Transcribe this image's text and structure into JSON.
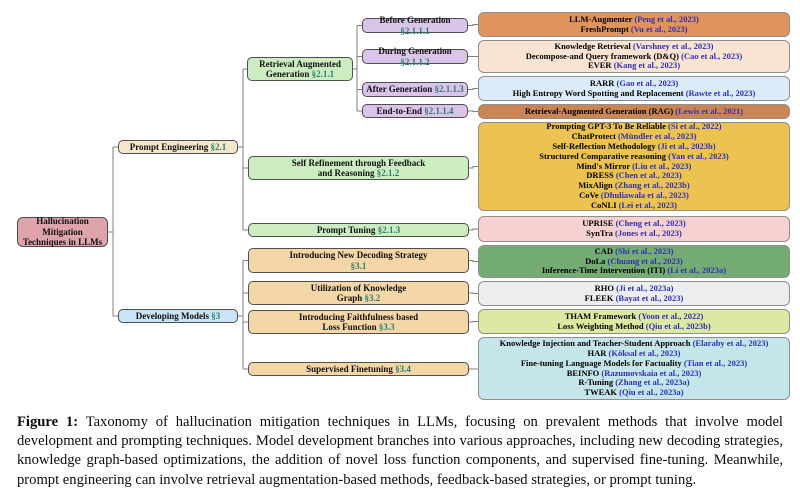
{
  "figure_type": "taxonomy-tree",
  "tree": {
    "root": {
      "label": "Hallucination Mitigation Techniques in LLMs"
    },
    "prompt_engineering": {
      "label": "Prompt Engineering",
      "section": "§2.1"
    },
    "developing_models": {
      "label": "Developing Models",
      "section": "§3"
    },
    "retrieval_augmented_generation": {
      "label": "Retrieval Augmented Generation",
      "section": "§2.1.1"
    },
    "self_refinement": {
      "label": "Self Refinement through Feedback and Reasoning",
      "section": "§2.1.2"
    },
    "prompt_tuning": {
      "label": "Prompt Tuning",
      "section": "§2.1.3"
    },
    "before_generation": {
      "label": "Before Generation",
      "section": "§2.1.1.1"
    },
    "during_generation": {
      "label": "During Generation",
      "section": "§2.1.1.2"
    },
    "after_generation": {
      "label": "After Generation",
      "section": "§2.1.1.3"
    },
    "end_to_end": {
      "label": "End-to-End",
      "section": "§2.1.1.4"
    },
    "new_decoding": {
      "label": "Introducing New Decoding Strategy",
      "section": "§3.1"
    },
    "knowledge_graph": {
      "label": "Utilization of Knowledge Graph",
      "section": "§3.2"
    },
    "loss_function": {
      "label": "Introducing Faithfulness based Loss Function",
      "section": "§3.3"
    },
    "supervised_finetuning": {
      "label": "Supervised Finetuning",
      "section": "§3.4"
    }
  },
  "leaves": {
    "before_generation": {
      "lines": [
        {
          "method": "LLM-Augmenter",
          "citation": "(Peng et al., 2023)"
        },
        {
          "method": "FreshPrompt",
          "citation": "(Vu et al., 2023)"
        }
      ]
    },
    "during_generation": {
      "lines": [
        {
          "method": "Knowledge Retrieval",
          "citation": "(Varshney et al., 2023)"
        },
        {
          "method": "Decompose-and Query framework (D&Q)",
          "citation": "(Cao et al., 2023)"
        },
        {
          "method": "EVER",
          "citation": "(Kang et al., 2023)"
        }
      ]
    },
    "after_generation": {
      "lines": [
        {
          "method": "RARR",
          "citation": "(Gao et al., 2023)"
        },
        {
          "method": "High Entropy Word Spotting and Replacement",
          "citation": "(Rawte et al., 2023)"
        }
      ]
    },
    "end_to_end": {
      "lines": [
        {
          "method": "Retrieval-Augmented Generation (RAG)",
          "citation": "(Lewis et al., 2021)"
        }
      ]
    },
    "self_refinement": {
      "lines": [
        {
          "method": "Prompting GPT-3 To Be Reliable",
          "citation": "(Si et al., 2022)"
        },
        {
          "method": "ChatProtect",
          "citation": "(Mündler et al., 2023)"
        },
        {
          "method": "Self-Reflection Methodology",
          "citation": "(Ji et al., 2023b)"
        },
        {
          "method": "Structured Comparative reasoning",
          "citation": "(Yan et al., 2023)"
        },
        {
          "method": "Mind's Mirror",
          "citation": "(Liu et al., 2023)"
        },
        {
          "method": "DRESS",
          "citation": "(Chen et al., 2023)"
        },
        {
          "method": "MixAlign",
          "citation": "(Zhang et al., 2023b)"
        },
        {
          "method": "CoVe",
          "citation": "(Dhuliawala et al., 2023)"
        },
        {
          "method": "CoNLI",
          "citation": "(Lei et al., 2023)"
        }
      ]
    },
    "prompt_tuning": {
      "lines": [
        {
          "method": "UPRISE",
          "citation": "(Cheng et al., 2023)"
        },
        {
          "method": "SynTra",
          "citation": "(Jones et al., 2023)"
        }
      ]
    },
    "new_decoding": {
      "lines": [
        {
          "method": "CAD",
          "citation": "(Shi et al., 2023)"
        },
        {
          "method": "DoLa",
          "citation": "(Chuang et al., 2023)"
        },
        {
          "method": "Inference-Time Intervention (ITI)",
          "citation": "(Li et al., 2023a)"
        }
      ]
    },
    "knowledge_graph": {
      "lines": [
        {
          "method": "RHO",
          "citation": "(Ji et al., 2023a)"
        },
        {
          "method": "FLEEK",
          "citation": "(Bayat et al., 2023)"
        }
      ]
    },
    "loss_function": {
      "lines": [
        {
          "method": "THAM Framework",
          "citation": "(Yoon et al., 2022)"
        },
        {
          "method": "Loss Weighting Method",
          "citation": "(Qiu et al., 2023b)"
        }
      ]
    },
    "supervised_finetuning": {
      "lines": [
        {
          "method": "Knowledge Injection and Teacher-Student Approach",
          "citation": "(Elaraby et al., 2023)"
        },
        {
          "method": "HAR",
          "citation": "(Köksal et al., 2023)"
        },
        {
          "method": "Fine-tuning Language Models for Factuality",
          "citation": "(Tian et al., 2023)"
        },
        {
          "method": "BEINFO",
          "citation": "(Razumovskaia et al., 2023)"
        },
        {
          "method": "R-Tuning",
          "citation": "(Zhang et al., 2023a)"
        },
        {
          "method": "TWEAK",
          "citation": "(Qiu et al., 2023a)"
        }
      ]
    }
  },
  "caption": {
    "label": "Figure 1:",
    "text": "Taxonomy of hallucination mitigation techniques in LLMs, focusing on prevalent methods that involve model development and prompting techniques. Model development branches into various approaches, including new decoding strategies, knowledge graph-based optimizations, the addition of novel loss function components, and supervised fine-tuning. Meanwhile, prompt engineering can involve retrieval augmentation-based methods, feedback-based strategies, or prompt tuning."
  },
  "colors": {
    "node_root": "#dfa4ab",
    "node_prompt_engineering": "#f3e6c9",
    "node_developing_models": "#c9e4f6",
    "node_green": "#ccedc2",
    "node_purple": "#dbc4ea",
    "node_orange": "#f5d6a6",
    "leaf_before_generation": "#e0945c",
    "leaf_during_generation": "#f9e3d3",
    "leaf_after_generation": "#dbecf8",
    "leaf_end_to_end": "#cb8453",
    "leaf_self_refinement": "#ecc351",
    "leaf_prompt_tuning": "#f5d1d1",
    "leaf_new_decoding": "#74ac74",
    "leaf_knowledge_graph": "#ebedee",
    "leaf_loss_function": "#dce9a2",
    "leaf_supervised_finetuning": "#c4e5e9",
    "citation_text": "#3030b0",
    "section_ref_text": "#2a7e71",
    "connector_line": "#7f7f7f"
  }
}
